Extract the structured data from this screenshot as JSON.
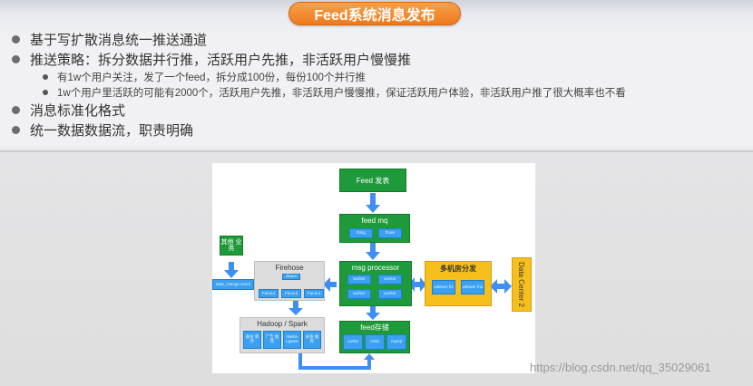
{
  "slide": {
    "title": "Feed系统消息发布",
    "bullets": [
      {
        "level": 1,
        "text": "基于写扩散消息统一推送通道"
      },
      {
        "level": 1,
        "text": "推送策略：拆分数据并行推，活跃用户先推，非活跃用户慢慢推"
      },
      {
        "level": 2,
        "text": "有1w个用户关注，发了一个feed，拆分成100份，每份100个并行推"
      },
      {
        "level": 2,
        "text": "1w个用户里活跃的可能有2000个，活跃用户先推，非活跃用户慢慢推，保证活跃用户体验，非活跃用户推了很大概率也不看"
      },
      {
        "level": 1,
        "text": "消息标准化格式"
      },
      {
        "level": 1,
        "text": "统一数据数据流，职责明确"
      }
    ]
  },
  "diagram": {
    "feed_publish": "Feed 发表",
    "feed_mq": {
      "label": "feed mq",
      "chips": [
        "thing",
        "flows"
      ]
    },
    "msg_processor": {
      "label": "msg processor",
      "chips": [
        "worker",
        "worker",
        "worker",
        "worker"
      ]
    },
    "multi_room": {
      "label": "多机房分发",
      "chips": [
        "wtkiwer fnl",
        "wtkiwer fnd"
      ]
    },
    "data_center": "Data Center 2",
    "other_business": "其他 业务",
    "data_change_event": "data_change event",
    "firehose": {
      "label": "Firehose",
      "top_chip": "dispat",
      "chips": [
        "Fanout",
        "Fanout",
        "Fanout"
      ]
    },
    "hadoop_spark": {
      "label": "Hadoop / Spark",
      "chips": [
        "备份 库存",
        "广告 推荐",
        "Weibo Lgame",
        "关系 推荐"
      ]
    },
    "feed_storage": {
      "label": "feed存储",
      "chips": [
        "cache",
        "redis",
        "mysql"
      ]
    }
  },
  "watermark": "https://blog.csdn.net/qq_35029061",
  "colors": {
    "title_orange": "#f08a2a",
    "green_block": "#1f9a3a",
    "blue_chip": "#3ba0f0",
    "arrow_blue": "#3d8ff2",
    "yellow_block": "#f6bf1c",
    "gray_block": "#dcdcdc"
  }
}
